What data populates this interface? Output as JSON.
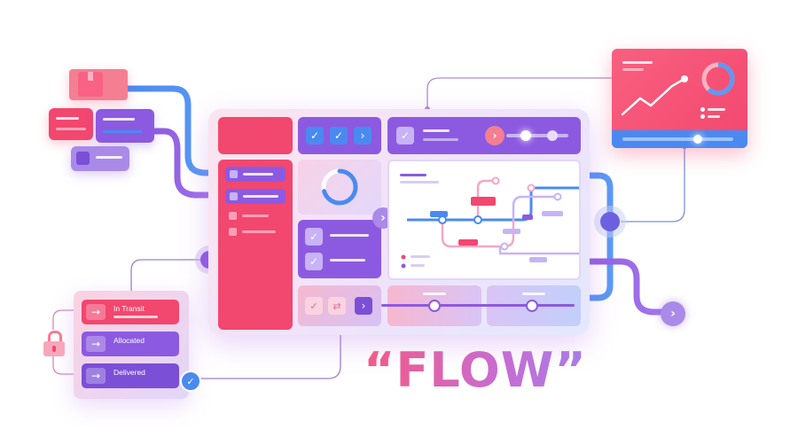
{
  "title": "“FLOW”",
  "status_panel": {
    "items": [
      {
        "label": "In Transit",
        "color": "#f2476f"
      },
      {
        "label": "Allocated",
        "color": "#8c5ae0"
      },
      {
        "label": "Delivered",
        "color": "#7b4fd6"
      }
    ]
  },
  "colors": {
    "pink": "#f2476f",
    "purple": "#8c5ae0",
    "blue": "#4a8af0",
    "lavender": "#b9a1f0"
  },
  "icons": {
    "package": "package-icon",
    "lock": "lock-icon",
    "check": "check-icon",
    "chevron": "chevron-right-icon",
    "trend": "trend-up-icon",
    "donut": "donut-chart-icon"
  }
}
